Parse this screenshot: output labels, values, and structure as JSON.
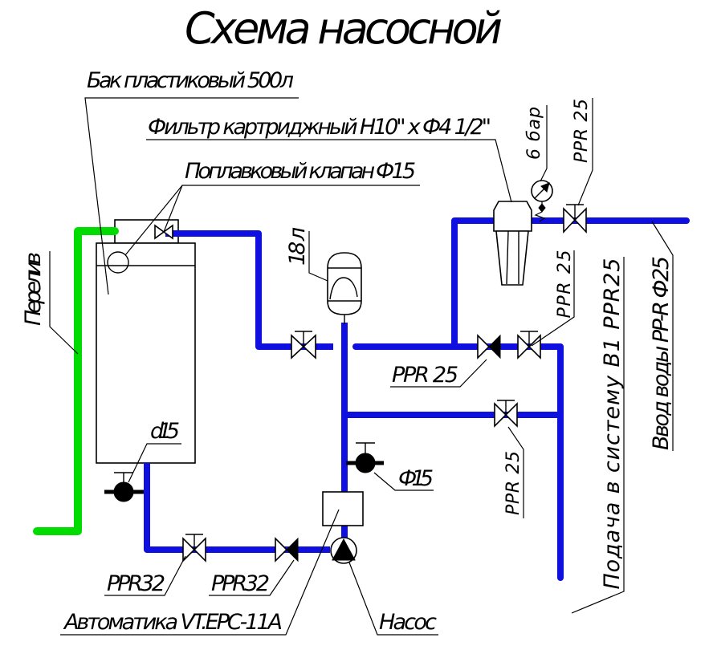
{
  "title": "Схема насосной",
  "colors": {
    "pipe": "#0f0fe0",
    "overflow": "#00dc00",
    "line": "#000000"
  },
  "labels": {
    "tank": "Бак пластиковый 500л",
    "filter": "Фильтр картриджный H10\" x Ф4 1/2\"",
    "float_valve": "Поплавковый клапан Ф15",
    "overflow": "Перелив",
    "expansion_tank": "18 л",
    "pressure": "6 бар",
    "ppr25_inlet_valve": "PPR 25",
    "ppr25_bypass_valve": "PPR 25",
    "ppr25_fill_valve": "PPR 25",
    "ppr25_supply_valve": "PPR 25",
    "drain_valve": "d15",
    "riser_valve": "Ф15",
    "ppr32_suction_valve": "PPR32",
    "ppr32_check_valve": "PPR32",
    "automation": "Автоматика VT.EPC-11A",
    "pump": "Насос",
    "supply_line": "Подача в систему В1 PPR25",
    "inlet_line": "Ввод воды PP-R Ф25"
  }
}
